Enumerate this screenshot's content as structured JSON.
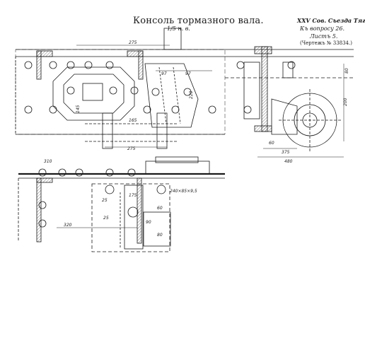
{
  "title": "Консоль тормазного вала.",
  "scale": "1/5 н. в.",
  "header": {
    "line1": "XXV Сов. Съезда Тяги.",
    "line2": "Къ вопросу 26.",
    "line3": "Листъ 5.",
    "drawing_no": "(Чертежъ № 33834.)"
  },
  "dims": {
    "d275": "275",
    "d310": "310",
    "d97a": "97",
    "d97b": "97",
    "d220": "220",
    "d165": "165",
    "d275b": "275",
    "d145": "145",
    "d200": "200",
    "d80": "80",
    "d480": "480",
    "d375": "375",
    "d60": "60",
    "d320": "320",
    "d240": "240×85×9,5",
    "d175": "175",
    "d25a": "25",
    "d25b": "25",
    "d90": "90",
    "d80b": "80",
    "d60b": "60"
  },
  "colors": {
    "ink": "#1a1a1a",
    "hatch": "#555555",
    "paper": "#ffffff"
  }
}
